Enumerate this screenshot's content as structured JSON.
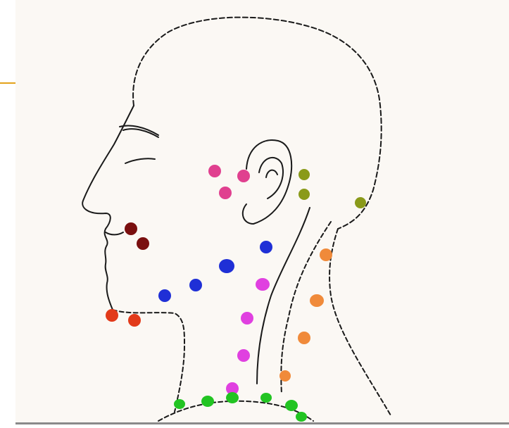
{
  "diagram": {
    "background_color": "#fbf8f4",
    "frame_color": "#ffffff",
    "outline_color": "#1a1a1a",
    "accent_line_color": "#e3a21a",
    "shadow_color": "#8a8a8a"
  },
  "node_groups": [
    {
      "id": "preauricular",
      "color": "#e0408f",
      "count": 3
    },
    {
      "id": "postauricular",
      "color": "#8a9a1a",
      "count": 2
    },
    {
      "id": "occipital",
      "color": "#8a9a1a",
      "count": 1
    },
    {
      "id": "buccal",
      "color": "#7a0f0f",
      "count": 2
    },
    {
      "id": "submandibular-jaw",
      "color": "#1f2fd6",
      "count": 4
    },
    {
      "id": "submental",
      "color": "#e23a1a",
      "count": 2
    },
    {
      "id": "anterior-cervical",
      "color": "#e040e0",
      "count": 4
    },
    {
      "id": "posterior-cervical",
      "color": "#f08a3a",
      "count": 4
    },
    {
      "id": "supraclavicular",
      "color": "#22c422",
      "count": 6
    }
  ]
}
